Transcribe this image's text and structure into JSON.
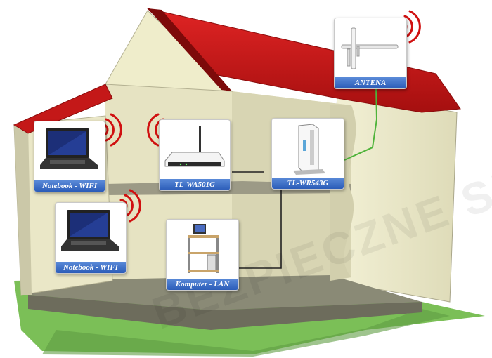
{
  "diagram": {
    "devices": [
      {
        "id": "antenna",
        "label": "ANTENA"
      },
      {
        "id": "notebook_top",
        "label": "Notebook - WIFI"
      },
      {
        "id": "access_point",
        "label": "TL-WA501G"
      },
      {
        "id": "router",
        "label": "TL-WR543G"
      },
      {
        "id": "notebook_bottom",
        "label": "Notebook - WIFI"
      },
      {
        "id": "computer",
        "label": "Komputer - LAN"
      }
    ],
    "connections": [
      {
        "from": "antenna",
        "to": "router",
        "medium": "cable"
      },
      {
        "from": "access_point",
        "to": "router",
        "medium": "cable"
      },
      {
        "from": "computer",
        "to": "router",
        "medium": "cable"
      },
      {
        "from": "notebook_top",
        "to": "access_point",
        "medium": "wifi"
      },
      {
        "from": "notebook_bottom",
        "to": "access_point",
        "medium": "wifi"
      }
    ],
    "watermark": "BEZPIECZNE SIECI"
  },
  "colors": {
    "roof": "#d61a1a",
    "wall": "#efedcb",
    "wall_shadow": "#c9c6a6",
    "floor": "#8a8a76",
    "grass": "#7bbf57",
    "label_bg": "#3a6bc4",
    "signal": "#d01010",
    "antenna_cable": "#4fb33a"
  }
}
